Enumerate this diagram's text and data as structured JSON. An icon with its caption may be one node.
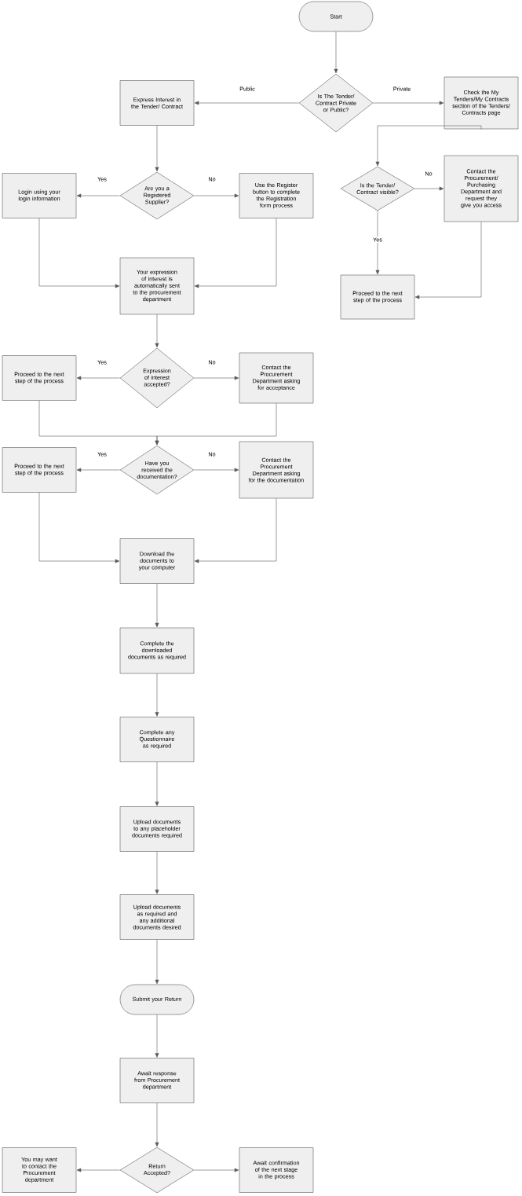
{
  "diagram": {
    "nodes": [
      {
        "text": [
          "Start"
        ]
      },
      {
        "text": [
          "Is The Tender/ Contract Private or Public?"
        ]
      },
      {
        "text": [
          "Express Interest in the Tender/ Contract"
        ]
      },
      {
        "text": [
          "Check the My Tenders/My Contracts section of the Tenders/ Contracts page"
        ]
      },
      {
        "text": [
          "Are you a Registered Supplier?"
        ]
      },
      {
        "text": [
          "Login using your login information"
        ]
      },
      {
        "text": [
          "Use the Register button to complete the Registration form process"
        ]
      },
      {
        "text": [
          "Is the Tender/ Contract visible?"
        ]
      },
      {
        "text": [
          "Contact the Procurement/ Purchasing Department and request they give you access"
        ]
      },
      {
        "text": [
          "Proceed to the next step of the process"
        ]
      },
      {
        "text": [
          "Your expression of interest is automatically sent to the procurement department"
        ]
      },
      {
        "text": [
          "Expression of interest accepted?"
        ]
      },
      {
        "text": [
          "Proceed to the next step of the process"
        ]
      },
      {
        "text": [
          "Contact the Procurement Department asking for acceptance"
        ]
      },
      {
        "text": [
          "Have you received the documentation?"
        ]
      },
      {
        "text": [
          "Proceed to the next step of the process"
        ]
      },
      {
        "text": [
          "Contact the Procurement Department asking for the documentation"
        ]
      },
      {
        "text": [
          "Download the documents to your computer"
        ]
      },
      {
        "text": [
          "Complete the downloaded documents as required"
        ]
      },
      {
        "text": [
          "Complete any Questionnaire as required"
        ]
      },
      {
        "text": [
          "Upload documents to any placeholder documents required"
        ]
      },
      {
        "text": [
          "Upload documents as required and any additional documents desired"
        ]
      },
      {
        "text": [
          "Submit your Return"
        ]
      },
      {
        "text": [
          "Await response from Procurement department"
        ]
      },
      {
        "text": [
          "Return Accepted?"
        ]
      },
      {
        "text": [
          "You may want to contact the Procurement department"
        ]
      },
      {
        "text": [
          "Await confirmation of the next stage in the process"
        ]
      }
    ],
    "edges": [
      {
        "from": 0,
        "to": 1,
        "arrow": "to"
      },
      {
        "from": 1,
        "to": 2,
        "arrow": "to",
        "label": "Public"
      },
      {
        "from": 1,
        "to": 3,
        "arrow": "to",
        "label": "Private"
      },
      {
        "from": 2,
        "to": 4,
        "arrow": "to"
      },
      {
        "from": 4,
        "to": 5,
        "arrow": "to",
        "label": "Yes"
      },
      {
        "from": 4,
        "to": 6,
        "arrow": "to",
        "label": "No"
      },
      {
        "from": 3,
        "to": 7,
        "arrow": "to"
      },
      {
        "from": 7,
        "to": 8,
        "arrow": "to",
        "label": "No"
      },
      {
        "from": 7,
        "to": 9,
        "arrow": "to",
        "label": "Yes"
      },
      {
        "from": 8,
        "to": 9,
        "arrow": "to"
      },
      {
        "from": 5,
        "to": 10,
        "arrow": "to"
      },
      {
        "from": 6,
        "to": 10,
        "arrow": "to"
      },
      {
        "from": 10,
        "to": 11,
        "arrow": "to"
      },
      {
        "from": 11,
        "to": 12,
        "arrow": "to",
        "label": "Yes"
      },
      {
        "from": 11,
        "to": 13,
        "arrow": "to",
        "label": "No"
      },
      {
        "from": 12,
        "to": 14,
        "arrow": "to"
      },
      {
        "from": 13,
        "to": 14,
        "arrow": "to"
      },
      {
        "from": 14,
        "to": 15,
        "arrow": "to",
        "label": "Yes"
      },
      {
        "from": 14,
        "to": 16,
        "arrow": "to",
        "label": "No"
      },
      {
        "from": 15,
        "to": 17,
        "arrow": "to"
      },
      {
        "from": 16,
        "to": 17,
        "arrow": "to"
      },
      {
        "from": 17,
        "to": 18,
        "arrow": "to"
      },
      {
        "from": 18,
        "to": 19,
        "arrow": "to"
      },
      {
        "from": 19,
        "to": 20,
        "arrow": "to"
      },
      {
        "from": 20,
        "to": 21,
        "arrow": "to"
      },
      {
        "from": 21,
        "to": 22,
        "arrow": "to"
      },
      {
        "from": 22,
        "to": 23,
        "arrow": "to"
      },
      {
        "from": 23,
        "to": 24,
        "arrow": "to"
      },
      {
        "from": 24,
        "to": 25,
        "arrow": "to"
      },
      {
        "from": 24,
        "to": 26,
        "arrow": "to"
      }
    ]
  }
}
